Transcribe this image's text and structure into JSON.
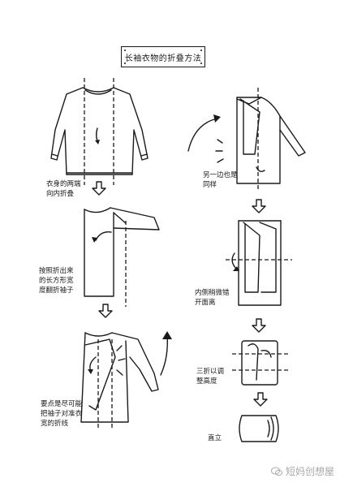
{
  "title": "长袖衣物的折叠方法",
  "steps": {
    "step1": "衣身的两端\n向内折叠",
    "step2": "按照折出来\n的长方形宽\n度翻折袖子",
    "step3": "要点是尽可能\n把袖子对准衣\n宽的折线",
    "step4": "另一边也是\n同样",
    "step5": "内侧稍微错\n开面离",
    "step6": "三折以调\n整高度",
    "step7": "直立"
  },
  "watermark": {
    "label": "短妈创想屋",
    "icon": "wechat-icon",
    "color": "#a9a9a9"
  },
  "colors": {
    "ink": "#1a1a1a",
    "background": "#ffffff"
  }
}
